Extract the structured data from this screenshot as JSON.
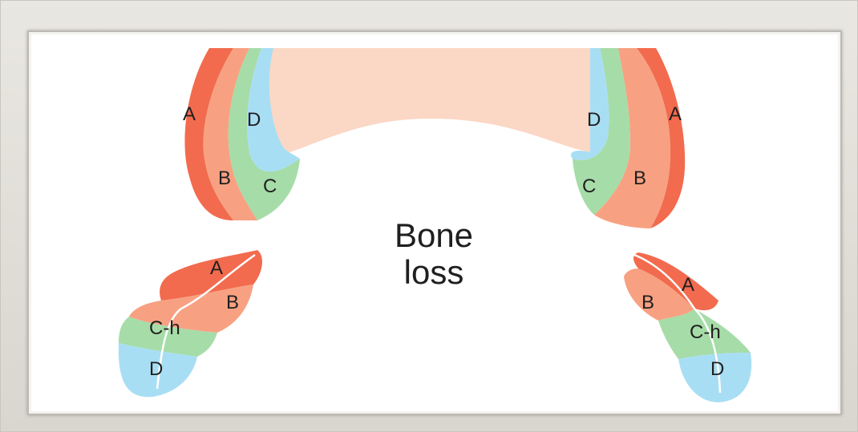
{
  "diagram": {
    "center_label_line1": "Bone",
    "center_label_line2": "loss",
    "upper_left_labels": [
      "A",
      "B",
      "C",
      "D"
    ],
    "upper_right_labels": [
      "A",
      "B",
      "C",
      "D"
    ],
    "lower_left_labels": [
      "A",
      "B",
      "C-h",
      "D"
    ],
    "lower_right_labels": [
      "A",
      "B",
      "C-h",
      "D"
    ],
    "colors": {
      "zone_a": "#f26b4e",
      "zone_b": "#f7a182",
      "zone_c": "#a6dca8",
      "zone_d": "#a8def4",
      "bone": "#fbd7c5"
    }
  }
}
